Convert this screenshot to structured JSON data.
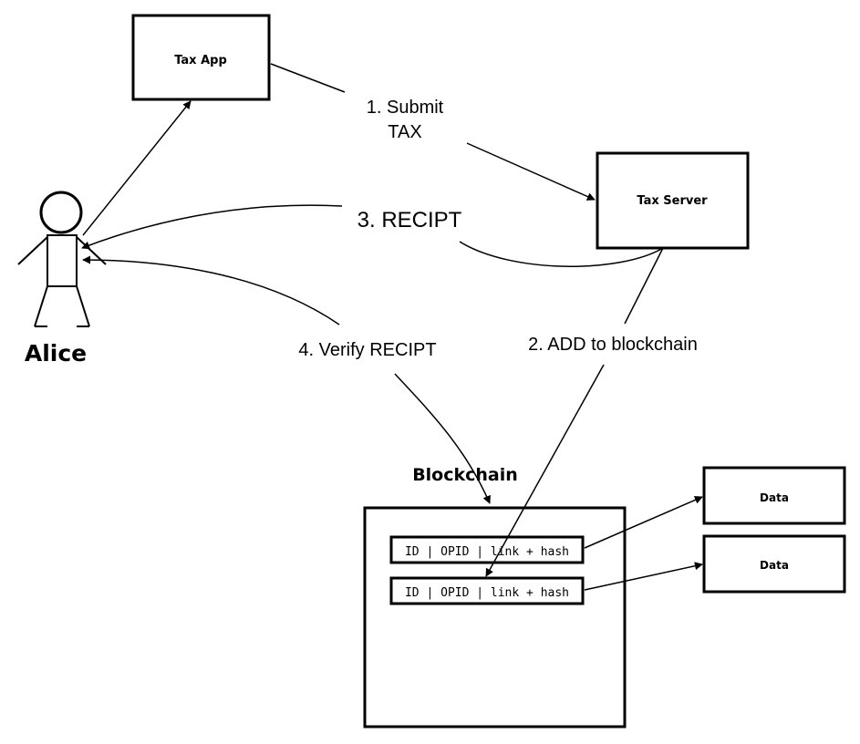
{
  "actor": {
    "name": "Alice"
  },
  "tax_app": {
    "label": "Tax App"
  },
  "tax_server": {
    "label": "Tax Server"
  },
  "blockchain": {
    "title": "Blockchain",
    "blocks": [
      {
        "label": "ID | OPID | link + hash"
      },
      {
        "label": "ID | OPID | link + hash"
      }
    ]
  },
  "data_stores": [
    {
      "label": "Data"
    },
    {
      "label": "Data"
    }
  ],
  "steps": {
    "submit_line1": "1. Submit",
    "submit_line2": "TAX",
    "add": "2. ADD to blockchain",
    "recipt": "3. RECIPT",
    "verify": "4. Verify RECIPT"
  },
  "colors": {
    "stroke": "#000000",
    "background": "#ffffff"
  }
}
